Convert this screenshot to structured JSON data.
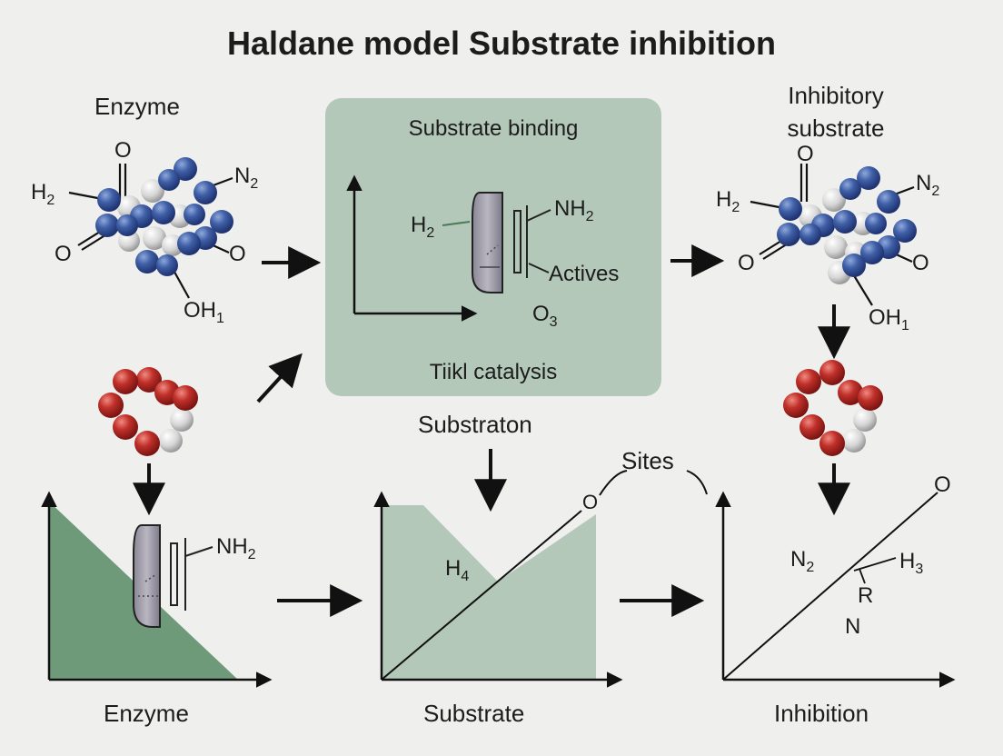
{
  "title": "Haldane model Substrate inhibition",
  "colors": {
    "background": "#efefed",
    "panel": "#b3c8b8",
    "area_dark": "#6f9a7a",
    "area_light": "#b3c8b8",
    "atom_blue": "#3f5fa6",
    "atom_white": "#d9d9d9",
    "atom_red": "#c0302a",
    "arrow": "#111111"
  },
  "top_left": {
    "heading": "Enzyme",
    "labels": {
      "o_top": "O",
      "h2": "H",
      "h2_sub": "2",
      "n2": "N",
      "n2_sub": "2",
      "o_left": "O",
      "o_right": "O",
      "oh1": "OH",
      "oh1_sub": "1"
    }
  },
  "center_panel": {
    "heading": "Substrate binding",
    "h2": "H",
    "h2_sub": "2",
    "nh2": "NH",
    "nh2_sub": "2",
    "actives": "Actives",
    "o3": "O",
    "o3_sub": "3",
    "footer": "Tiikl catalysis"
  },
  "top_right": {
    "heading_line1": "Inhibitory",
    "heading_line2": "substrate",
    "labels": {
      "o_top": "O",
      "h2": "H",
      "h2_sub": "2",
      "n2": "N",
      "n2_sub": "2",
      "o_left": "O",
      "o_right": "O",
      "oh1": "OH",
      "oh1_sub": "1"
    }
  },
  "substraton_label": "Substraton",
  "sites_label": "Sites",
  "bottom_left": {
    "caption": "Enzyme",
    "nh2": "NH",
    "nh2_sub": "2"
  },
  "bottom_middle": {
    "caption": "Substrate",
    "h4": "H",
    "h4_sub": "4",
    "o_point": "O"
  },
  "bottom_right": {
    "caption": "Inhibition",
    "n2": "N",
    "n2_sub": "2",
    "h3": "H",
    "h3_sub": "3",
    "r": "R",
    "n": "N",
    "o_point": "O"
  }
}
